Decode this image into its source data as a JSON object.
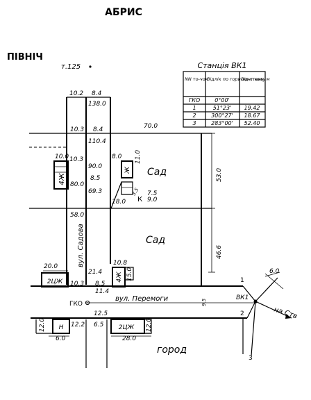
{
  "title": "АБРИС",
  "north_label": "ПІВНІЧ",
  "point_label": "т.125",
  "station_table": {
    "title": "Станція ВК1",
    "headers": [
      "NN то-чок",
      "Відлік по гори-зонт.колу",
      "Від-стань, м"
    ],
    "rows": [
      [
        "ГКО",
        "0°00'",
        ""
      ],
      [
        "1",
        "51°23'",
        "19.42"
      ],
      [
        "2",
        "300°27'",
        "18.67"
      ],
      [
        "3",
        "283°00'",
        "52.40"
      ]
    ]
  },
  "streets": {
    "sadova": "вул. Садова",
    "peremogy": "вул. Перемоги"
  },
  "areas": {
    "garden1": "Сад",
    "garden2": "Сад",
    "yard": "город"
  },
  "buildings": {
    "b1": "4Ж",
    "b2": "Ж",
    "b3": "2ЦЖ",
    "b4": "4Ж",
    "b5": "Н",
    "b6": "2ЦЖ"
  },
  "labels": {
    "gko": "ГКО",
    "vk1": "ВК1",
    "to_station": "на Ств",
    "k": "К",
    "p1": "1",
    "p2": "2",
    "p3": "3"
  },
  "measurements": {
    "m10_2": "10.2",
    "m8_4a": "8.4",
    "m138": "138.0",
    "m10_3a": "10.3",
    "m8_4b": "8.4",
    "m70": "70.0",
    "m110_4": "110.4",
    "m10_0": "10.0",
    "m10_3b": "10.3",
    "m8_0": "8.0",
    "m11_0": "11.0",
    "m90": "90.0",
    "m8_5a": "8.5",
    "m53": "53.0",
    "m80": "80.0",
    "m69_3": "69.3",
    "m3_5": "3.5",
    "m7_5": "7.5",
    "m9_0": "9.0",
    "m18_0": "18.0",
    "m58": "58.0",
    "m46_6": "46.6",
    "m20_0": "20.0",
    "m21_4": "21.4",
    "m10_8": "10.8",
    "m10_3c": "10.3",
    "m8_5b": "8.5",
    "m11_4": "11.4",
    "m15_0": "15.0",
    "m9_5": "9.5",
    "m6_0a": "6.0",
    "m12_5": "12.5",
    "m12_0a": "12.0",
    "m12_2": "12.2",
    "m6_5": "6.5",
    "m12_0b": "12.0",
    "m6_0b": "6.0",
    "m28_0": "28.0"
  }
}
